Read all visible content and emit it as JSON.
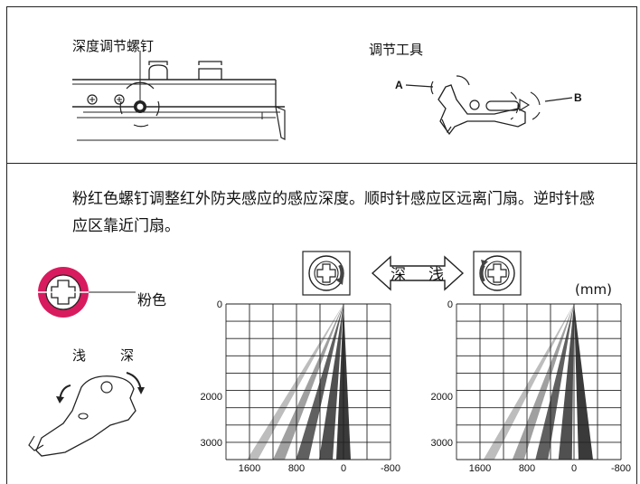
{
  "top": {
    "depth_screw_label": "深度调节螺钉",
    "tool_label": "调节工具",
    "tool_end_a": "A",
    "tool_end_b": "B"
  },
  "description": "粉红色螺钉调整红外防夹感应的感应深度。顺时针感应区远离门扇。逆时针感应区靠近门扇。",
  "screw": {
    "color_label": "粉色",
    "pink_hex": "#d81b5e",
    "shallow_label": "浅",
    "deep_label": "深"
  },
  "arrow": {
    "deep_label": "深",
    "shallow_label": "浅"
  },
  "unit_label": "(mm)",
  "chart_data": [
    {
      "type": "heatmap",
      "title": "",
      "rotation": "clockwise",
      "x_ticks": [
        "1600",
        "800",
        "0",
        "-800"
      ],
      "y_ticks": [
        "0",
        "2000",
        "3000"
      ],
      "xlim": [
        -800,
        1600
      ],
      "ylim": [
        0,
        3000
      ],
      "beams_at_3000": [
        1550,
        1100,
        700,
        300,
        0
      ],
      "beam_shades": [
        "#bdbdbd",
        "#a0a0a0",
        "#606060",
        "#505050",
        "#3a3a3a"
      ]
    },
    {
      "type": "heatmap",
      "title": "",
      "rotation": "counterclockwise",
      "x_ticks": [
        "1600",
        "800",
        "0",
        "-800"
      ],
      "y_ticks": [
        "0",
        "2000",
        "3000"
      ],
      "xlim": [
        -800,
        1600
      ],
      "ylim": [
        0,
        3000
      ],
      "beams_at_3000": [
        1450,
        950,
        550,
        150,
        -200
      ],
      "beam_shades": [
        "#bdbdbd",
        "#a0a0a0",
        "#606060",
        "#505050",
        "#3a3a3a"
      ]
    }
  ]
}
